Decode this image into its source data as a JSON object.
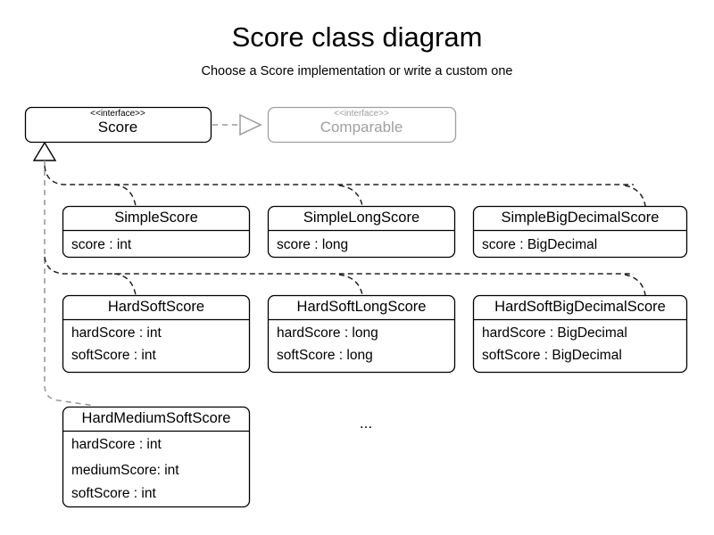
{
  "header": {
    "title": "Score class diagram",
    "subtitle": "Choose a Score implementation or write a custom one"
  },
  "diagram": {
    "type": "uml-class-diagram",
    "stereotype_label": "<<interface>>",
    "ellipsis": "...",
    "colors": {
      "text": "#000000",
      "border": "#000000",
      "muted": "#a0a0a0",
      "connector_trunk": "#9a9a9a",
      "connector_branch": "#222222",
      "background": "#ffffff"
    },
    "interfaces": [
      {
        "id": "score",
        "stereotype": "<<interface>>",
        "name": "Score",
        "muted": false
      },
      {
        "id": "comparable",
        "stereotype": "<<interface>>",
        "name": "Comparable",
        "muted": true
      }
    ],
    "relations": [
      {
        "kind": "realization",
        "from": "Score",
        "to": "Comparable",
        "style": "dashed-hollow-triangle"
      },
      {
        "kind": "inheritance",
        "to": "Score",
        "from": "all implementation classes",
        "style": "dashed-hollow-triangle"
      }
    ],
    "classes": [
      {
        "id": "simple-score",
        "name": "SimpleScore",
        "attributes": [
          "score : int"
        ]
      },
      {
        "id": "simple-long-score",
        "name": "SimpleLongScore",
        "attributes": [
          "score : long"
        ]
      },
      {
        "id": "simple-big-decimal-score",
        "name": "SimpleBigDecimalScore",
        "attributes": [
          "score : BigDecimal"
        ]
      },
      {
        "id": "hard-soft-score",
        "name": "HardSoftScore",
        "attributes": [
          "hardScore : int",
          "softScore : int"
        ]
      },
      {
        "id": "hard-soft-long-score",
        "name": "HardSoftLongScore",
        "attributes": [
          "hardScore : long",
          "softScore : long"
        ]
      },
      {
        "id": "hard-soft-big-decimal-score",
        "name": "HardSoftBigDecimalScore",
        "attributes": [
          "hardScore : BigDecimal",
          "softScore : BigDecimal"
        ]
      },
      {
        "id": "hard-medium-soft-score",
        "name": "HardMediumSoftScore",
        "attributes": [
          "hardScore : int",
          "mediumScore: int",
          "softScore : int"
        ]
      }
    ]
  }
}
